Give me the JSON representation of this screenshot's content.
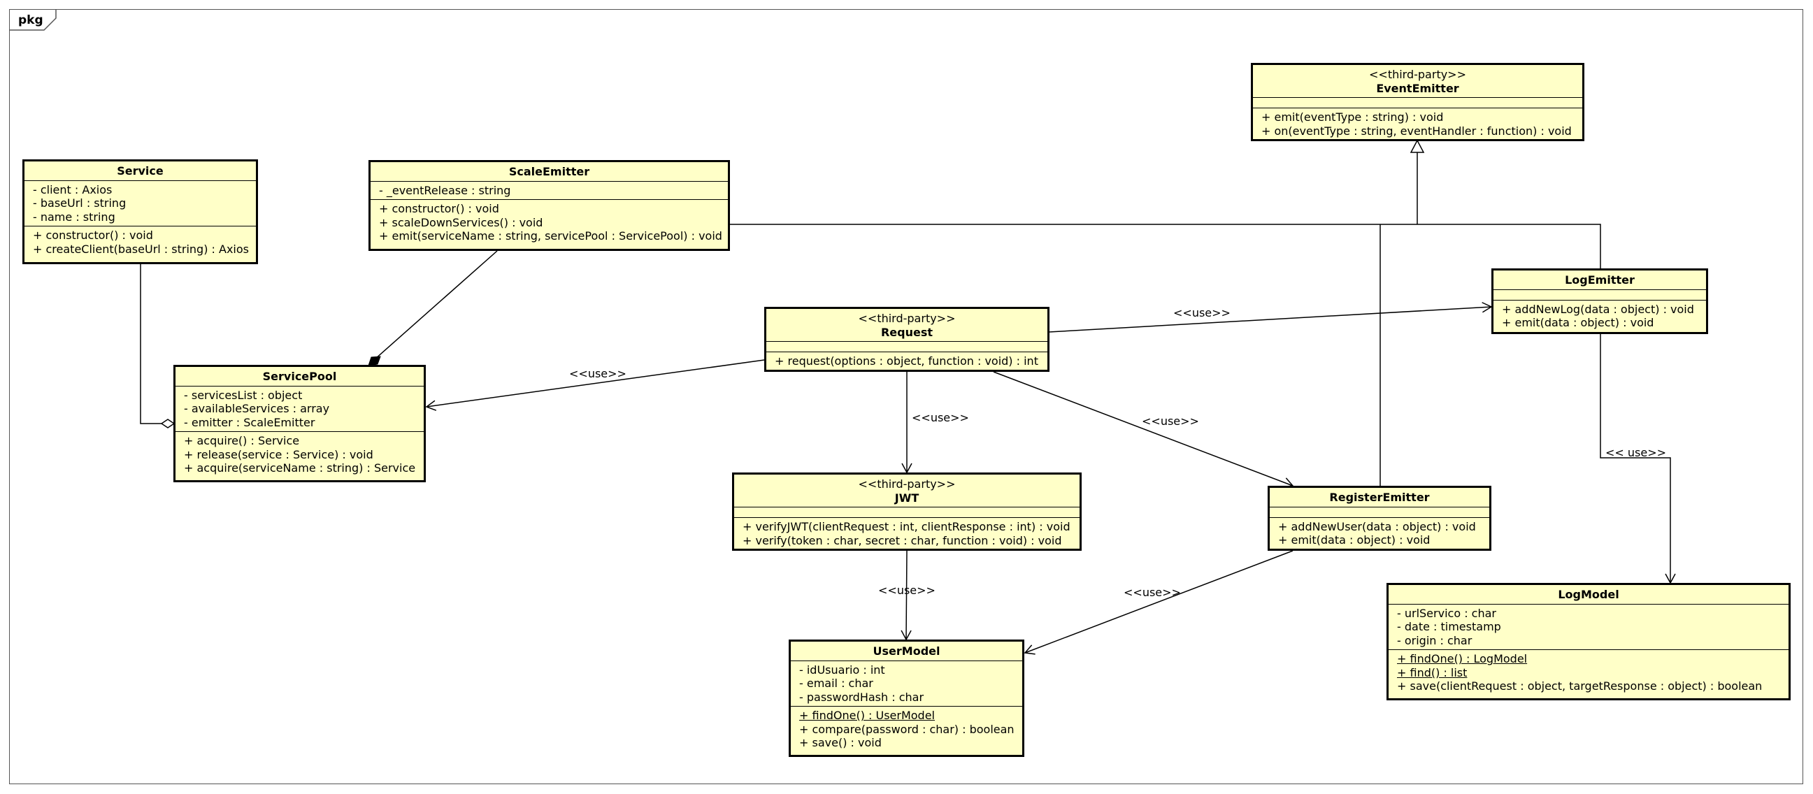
{
  "diagram": {
    "frame_label": "pkg",
    "classes": {
      "event_emitter": {
        "stereotype": "<<third-party>>",
        "name": "EventEmitter",
        "attributes": [],
        "operations": [
          "+ emit(eventType : string) : void",
          "+ on(eventType : string, eventHandler : function) : void"
        ]
      },
      "service": {
        "stereotype": "",
        "name": "Service",
        "attributes": [
          "- client : Axios",
          "- baseUrl : string",
          "- name : string"
        ],
        "operations": [
          "+ constructor() : void",
          "+ createClient(baseUrl : string) : Axios"
        ]
      },
      "scale_emitter": {
        "stereotype": "",
        "name": "ScaleEmitter",
        "attributes": [
          "- _eventRelease : string"
        ],
        "operations": [
          "+ constructor() : void",
          "+ scaleDownServices() : void",
          "+ emit(serviceName : string, servicePool : ServicePool) : void"
        ]
      },
      "log_emitter": {
        "stereotype": "",
        "name": "LogEmitter",
        "attributes": [],
        "operations": [
          "+ addNewLog(data : object) : void",
          "+ emit(data : object) : void"
        ]
      },
      "request": {
        "stereotype": "<<third-party>>",
        "name": "Request",
        "attributes": [],
        "operations": [
          "+ request(options : object, function : void) : int"
        ]
      },
      "service_pool": {
        "stereotype": "",
        "name": "ServicePool",
        "attributes": [
          "- servicesList : object",
          "- availableServices : array",
          "- emitter : ScaleEmitter"
        ],
        "operations": [
          "+ acquire() : Service",
          "+ release(service : Service) : void",
          "+ acquire(serviceName : string) : Service"
        ]
      },
      "jwt": {
        "stereotype": "<<third-party>>",
        "name": "JWT",
        "attributes": [],
        "operations": [
          "+ verifyJWT(clientRequest : int, clientResponse : int) : void",
          "+ verify(token : char, secret : char, function : void) : void"
        ]
      },
      "register_emitter": {
        "stereotype": "",
        "name": "RegisterEmitter",
        "attributes": [],
        "operations": [
          "+ addNewUser(data : object) : void",
          "+ emit(data : object) : void"
        ]
      },
      "log_model": {
        "stereotype": "",
        "name": "LogModel",
        "attributes": [
          "- urlServico : char",
          "- date : timestamp",
          "- origin : char"
        ],
        "static_operations": [
          "+ findOne() : LogModel",
          "+ find() : list"
        ],
        "operations": [
          "+ save(clientRequest : object, targetResponse : object) : boolean"
        ]
      },
      "user_model": {
        "stereotype": "",
        "name": "UserModel",
        "attributes": [
          "- idUsuario : int",
          "- email : char",
          "- passwordHash : char"
        ],
        "static_operations": [
          "+ findOne() : UserModel"
        ],
        "operations": [
          "+ compare(password : char) : boolean",
          "+ save() : void"
        ]
      }
    },
    "edge_labels": {
      "request_to_logemitter": "<<use>>",
      "request_to_servicepool": "<<use>>",
      "request_to_jwt": "<<use>>",
      "request_to_registeremitter": "<<use>>",
      "logemitter_to_logmodel": "<< use>>",
      "jwt_to_usermodel": "<<use>>",
      "registeremitter_to_usermodel": "<<use>>"
    }
  }
}
